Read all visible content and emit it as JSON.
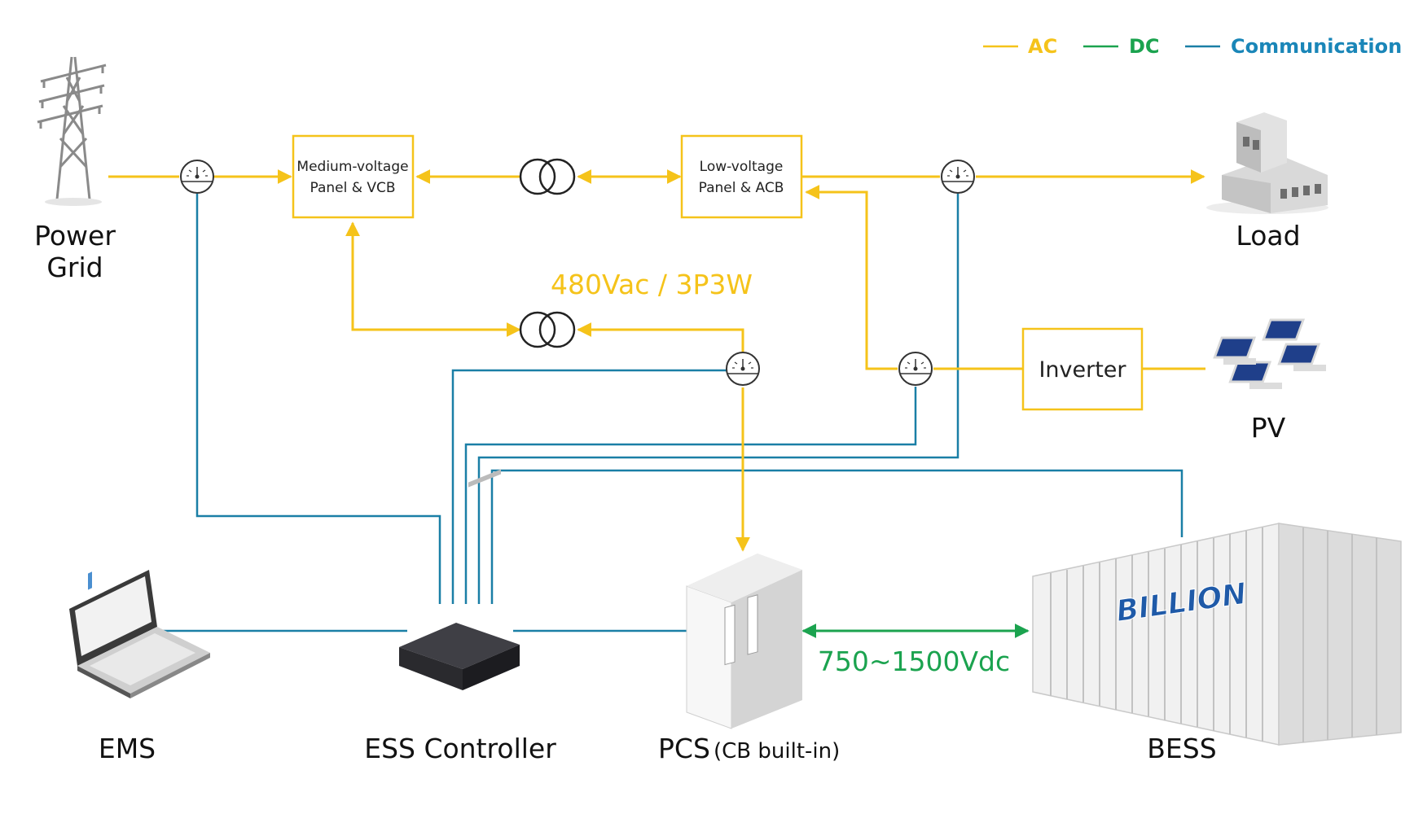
{
  "colors": {
    "ac": "#F5C31A",
    "dc": "#1BA34F",
    "communication": "#1A7FA6",
    "legend_communication_text": "#1A86B8",
    "box_text": "#222222",
    "label_text": "#111111"
  },
  "legend": {
    "ac": "AC",
    "dc": "DC",
    "communication": "Communication"
  },
  "nodes": {
    "power_grid": {
      "line1": "Power",
      "line2": "Grid",
      "icon": "transmission-tower-icon"
    },
    "load": {
      "label": "Load",
      "icon": "building-icon"
    },
    "pv": {
      "label": "PV",
      "icon": "solar-panel-icon"
    },
    "mv_panel": {
      "line1": "Medium-voltage",
      "line2": "Panel & VCB"
    },
    "lv_panel": {
      "line1": "Low-voltage",
      "line2": "Panel & ACB"
    },
    "inverter": {
      "label": "Inverter"
    },
    "ems": {
      "label": "EMS",
      "icon": "laptop-icon"
    },
    "ess_controller": {
      "label": "ESS Controller",
      "icon": "controller-box-icon"
    },
    "pcs": {
      "label": "PCS",
      "sublabel": "(CB built-in)",
      "icon": "cabinet-icon"
    },
    "bess": {
      "label": "BESS",
      "icon": "container-icon",
      "brand": "BILLION"
    }
  },
  "annotations": {
    "ac_voltage": "480Vac / 3P3W",
    "dc_voltage": "750~1500Vdc"
  }
}
